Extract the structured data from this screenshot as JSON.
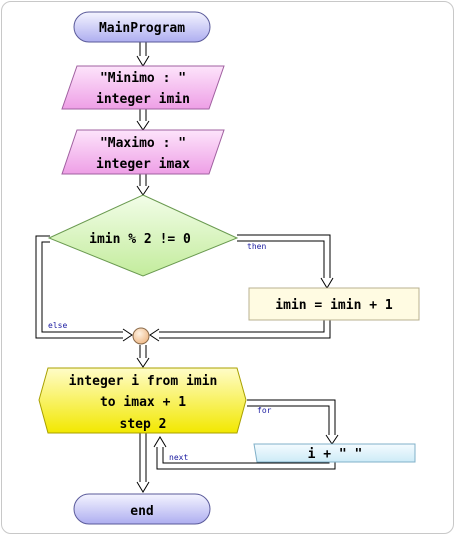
{
  "program": {
    "start": "MainProgram",
    "end": "end"
  },
  "inputs": [
    {
      "prompt": "\"Minimo : \"",
      "variable": "integer imin"
    },
    {
      "prompt": "\"Maximo : \"",
      "variable": "integer imax"
    }
  ],
  "decision": {
    "condition": "imin % 2 != 0",
    "then_label": "then",
    "else_label": "else"
  },
  "then_action": "imin = imin + 1",
  "loop": {
    "header_lines": [
      "integer i from imin",
      "to imax + 1",
      "step 2"
    ],
    "for_label": "for",
    "next_label": "next",
    "body": "i + \" \""
  },
  "colors": {
    "terminal": "#c9c9f5",
    "input": "#f5b8ef",
    "decision": "#d4f5b5",
    "process": "#fffbe2",
    "loop_header": "#f5f000",
    "loop_body": "#dff2fa",
    "junction": "#f5cfa6",
    "edge_label": "#1a1aa0"
  }
}
